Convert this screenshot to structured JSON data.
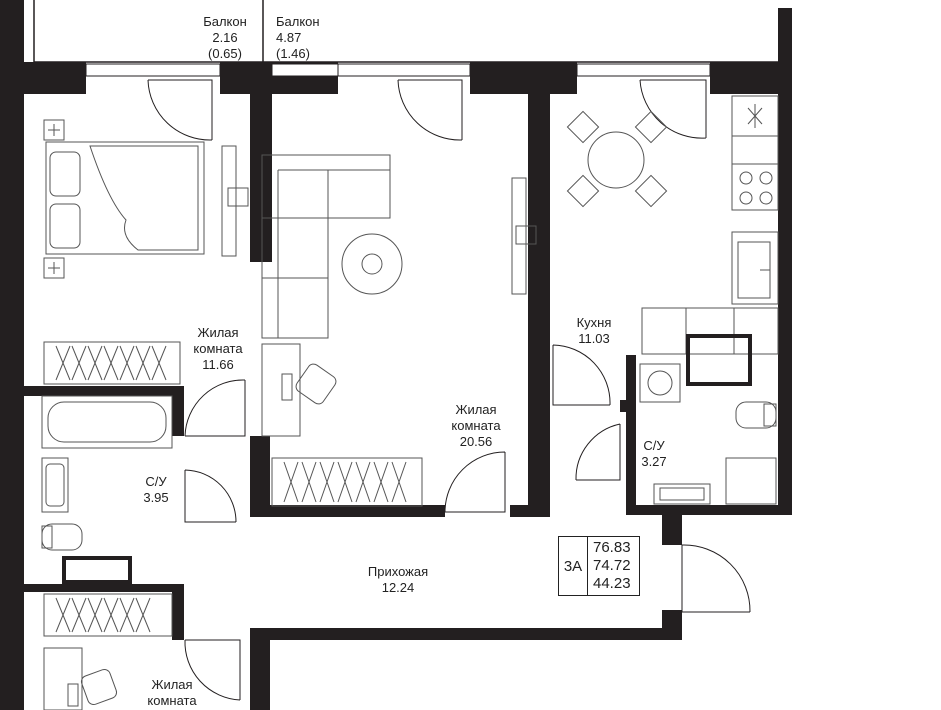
{
  "plan": {
    "apartment_code": "3А",
    "areas": [
      "76.83",
      "74.72",
      "44.23"
    ],
    "colors": {
      "wall": "#231f20",
      "line": "#555555",
      "background": "#ffffff"
    }
  },
  "rooms": {
    "balcony1": {
      "name": "Балкон",
      "area": "2.16",
      "area2": "(0.65)"
    },
    "balcony2": {
      "name": "Балкон",
      "area": "4.87",
      "area2": "(1.46)"
    },
    "bedroom": {
      "name1": "Жилая",
      "name2": "комната",
      "area": "11.66"
    },
    "living": {
      "name1": "Жилая",
      "name2": "комната",
      "area": "20.56"
    },
    "kitchen": {
      "name": "Кухня",
      "area": "11.03"
    },
    "bath1": {
      "name": "С/У",
      "area": "3.95"
    },
    "bath2": {
      "name": "С/У",
      "area": "3.27"
    },
    "hall": {
      "name": "Прихожая",
      "area": "12.24"
    },
    "room3": {
      "name1": "Жилая",
      "name2": "комната"
    }
  }
}
